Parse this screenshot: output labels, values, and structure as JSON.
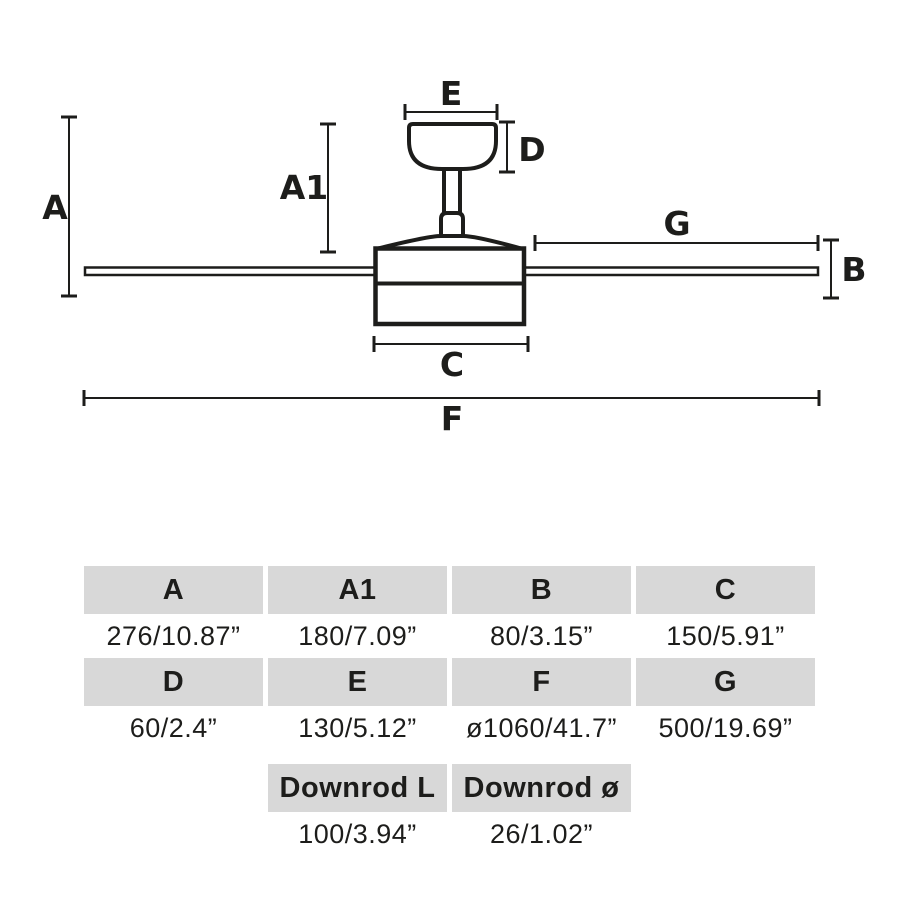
{
  "diagram": {
    "title": "ceiling-fan-dimension-drawing",
    "labels": {
      "a": "A",
      "a1": "A1",
      "b": "B",
      "c": "C",
      "d": "D",
      "e": "E",
      "f": "F",
      "g": "G"
    }
  },
  "table": {
    "header_row_1": [
      "A",
      "A1",
      "B",
      "C"
    ],
    "value_row_1": [
      "276/10.87”",
      "180/7.09”",
      "80/3.15”",
      "150/5.91”"
    ],
    "header_row_2": [
      "D",
      "E",
      "F",
      "G"
    ],
    "value_row_2": [
      "60/2.4”",
      "130/5.12”",
      "ø1060/41.7”",
      "500/19.69”"
    ],
    "header_row_3": [
      "Downrod L",
      "Downrod ø"
    ],
    "value_row_3": [
      "100/3.94”",
      "26/1.02”"
    ]
  },
  "colors": {
    "line": "#1d1d1b",
    "text": "#1d1d1b",
    "table_header_bg": "#d8d8d8",
    "background": "#ffffff"
  }
}
